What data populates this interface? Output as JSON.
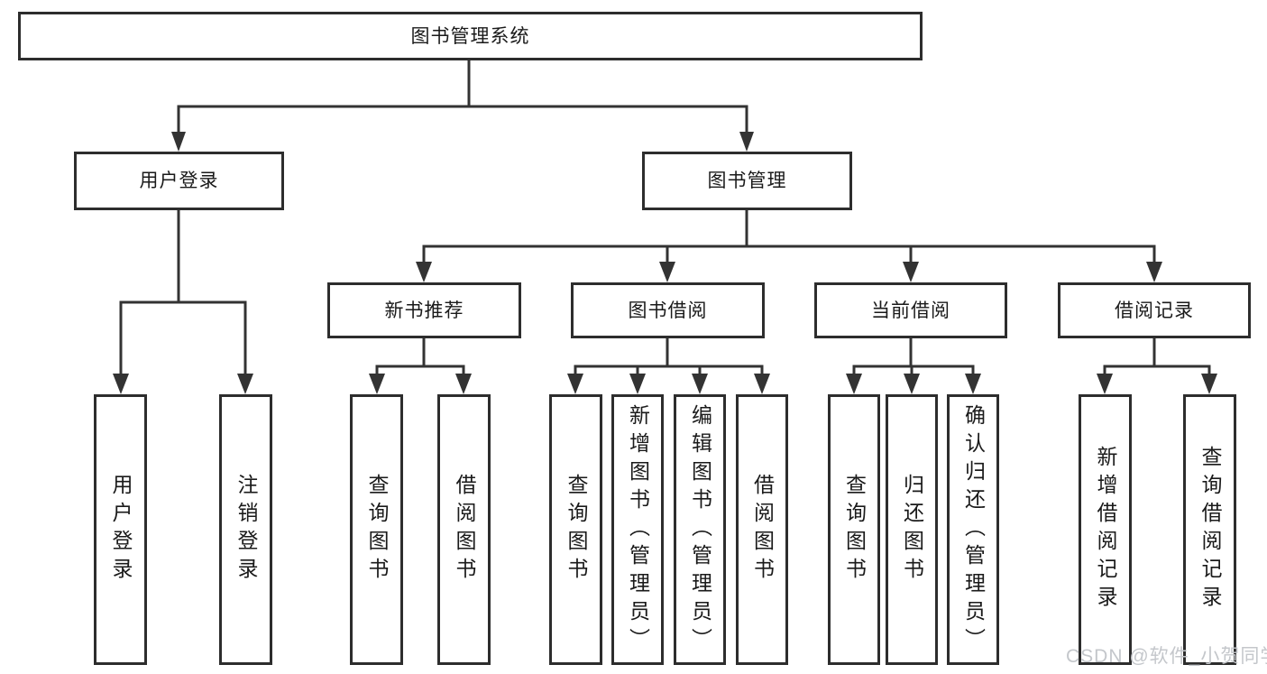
{
  "diagram_title": "图书管理系统",
  "tree": {
    "label": "图书管理系统",
    "children": [
      {
        "label": "用户登录",
        "children": [
          {
            "label": "用户登录"
          },
          {
            "label": "注销登录"
          }
        ]
      },
      {
        "label": "图书管理",
        "children": [
          {
            "label": "新书推荐",
            "children": [
              {
                "label": "查询图书"
              },
              {
                "label": "借阅图书"
              }
            ]
          },
          {
            "label": "图书借阅",
            "children": [
              {
                "label": "查询图书"
              },
              {
                "label": "新增图书（管理员）"
              },
              {
                "label": "编辑图书（管理员）"
              },
              {
                "label": "借阅图书"
              }
            ]
          },
          {
            "label": "当前借阅",
            "children": [
              {
                "label": "查询图书"
              },
              {
                "label": "归还图书"
              },
              {
                "label": "确认归还（管理员）"
              }
            ]
          },
          {
            "label": "借阅记录",
            "children": [
              {
                "label": "新增借阅记录"
              },
              {
                "label": "查询借阅记录"
              }
            ]
          }
        ]
      }
    ]
  },
  "watermark": "CSDN @软件_小贺同学",
  "colors": {
    "line": "#333333",
    "box_border": "#2d2d2d",
    "text": "#1a1a1a",
    "background": "#ffffff",
    "watermark": "#c4c7cb"
  }
}
